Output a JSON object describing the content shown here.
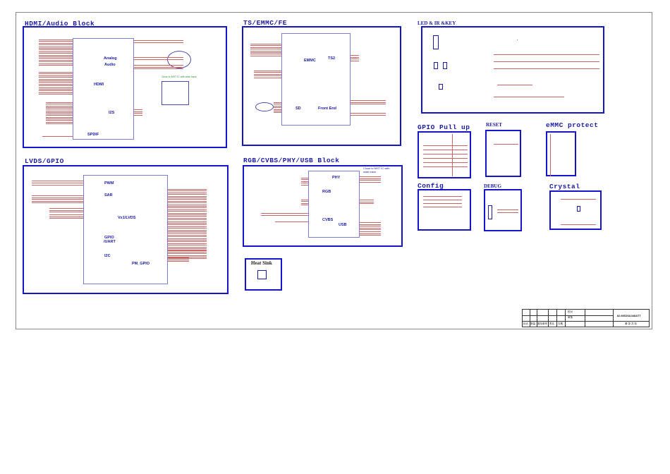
{
  "blocks": {
    "hdmi": {
      "title": "HDMI/Audio Block",
      "labels": [
        "Analog",
        "Audio",
        "HDMI",
        "I2S",
        "SPDIF"
      ]
    },
    "lvds": {
      "title": "LVDS/GPIO",
      "labels": [
        "PWM",
        "SAR",
        "Vx1/LVDS",
        "GPIO",
        "/UART",
        "I2C",
        "PM_GPIO"
      ]
    },
    "ts": {
      "title": "TS/EMMC/FE",
      "labels": [
        "EMMC",
        "TS2",
        "SD",
        "Front End"
      ]
    },
    "rgb": {
      "title": "RGB/CVBS/PHY/USB Block",
      "labels": [
        "PHY",
        "RGB",
        "CVBS",
        "USB"
      ],
      "note": "Close to MST IC with wide trace"
    },
    "heatsink": {
      "title": "Heat Sink"
    },
    "led": {
      "title": "LED & IR &KEY"
    },
    "gpio_pullup": {
      "title": "GPIO Pull up"
    },
    "reset": {
      "title": "RESET"
    },
    "emmc_protect": {
      "title": "eMMC protect"
    },
    "config": {
      "title": "Config"
    },
    "debug": {
      "title": "DEBUG"
    },
    "crystal": {
      "title": "Crystal"
    }
  },
  "hdmi_note": "Close to MST IC with wide trace",
  "title_block": {
    "row1": "校对",
    "row2": "审核",
    "part_number": "82.MSD6A348ATT",
    "footer": [
      "标记",
      "数量",
      "更改单号",
      "签名",
      "日期"
    ],
    "sheet": "第 张 共 张"
  }
}
